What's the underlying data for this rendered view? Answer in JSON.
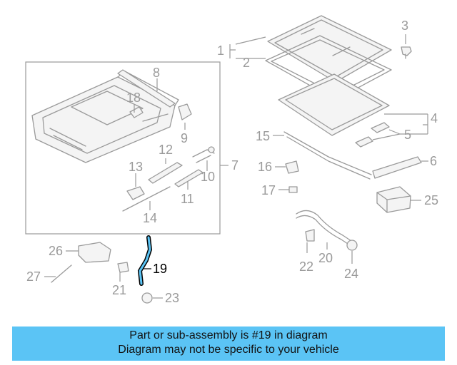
{
  "diagram": {
    "callouts": {
      "c1": "1",
      "c2": "2",
      "c3": "3",
      "c4": "4",
      "c5": "5",
      "c6": "6",
      "c7": "7",
      "c8": "8",
      "c9": "9",
      "c10": "10",
      "c11": "11",
      "c12": "12",
      "c13": "13",
      "c14": "14",
      "c15": "15",
      "c16": "16",
      "c17": "17",
      "c18": "18",
      "c19": "19",
      "c20": "20",
      "c21": "21",
      "c22": "22",
      "c23": "23",
      "c24": "24",
      "c25": "25",
      "c26": "26",
      "c27": "27"
    },
    "highlight_part": "19",
    "colors": {
      "part_line": "#9a9a9a",
      "highlight_line": "#000000",
      "highlight_fill": "#5bc4f5",
      "banner_bg": "#5bc4f5"
    }
  },
  "banner": {
    "line1": "Part or sub-assembly is #19 in diagram",
    "line2": "Diagram may not be specific to your vehicle"
  }
}
